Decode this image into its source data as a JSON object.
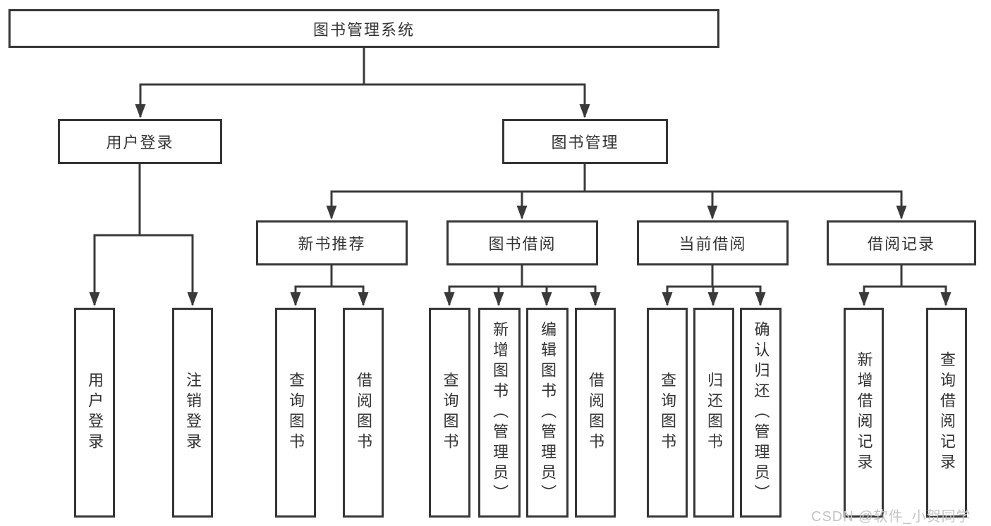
{
  "title": "图书管理系统",
  "level2": [
    {
      "label": "用户登录"
    },
    {
      "label": "图书管理"
    }
  ],
  "level3": [
    {
      "label": "新书推荐"
    },
    {
      "label": "图书借阅"
    },
    {
      "label": "当前借阅"
    },
    {
      "label": "借阅记录"
    }
  ],
  "leaves": {
    "user_login": [
      "用户登录",
      "注销登录"
    ],
    "new_books": [
      "查询图书",
      "借阅图书"
    ],
    "book_borrow": [
      "查询图书",
      "新增图书（管理员）",
      "编辑图书（管理员）",
      "借阅图书"
    ],
    "current_borrow": [
      "查询图书",
      "归还图书",
      "确认归还（管理员）"
    ],
    "borrow_records": [
      "新增借阅记录",
      "查询借阅记录"
    ]
  },
  "watermark": "CSDN @软件_小贺同学",
  "colors": {
    "line": "#3a3a3a",
    "border": "#363636",
    "text": "#333333",
    "watermark": "#c3c3c3",
    "background": "#ffffff"
  }
}
